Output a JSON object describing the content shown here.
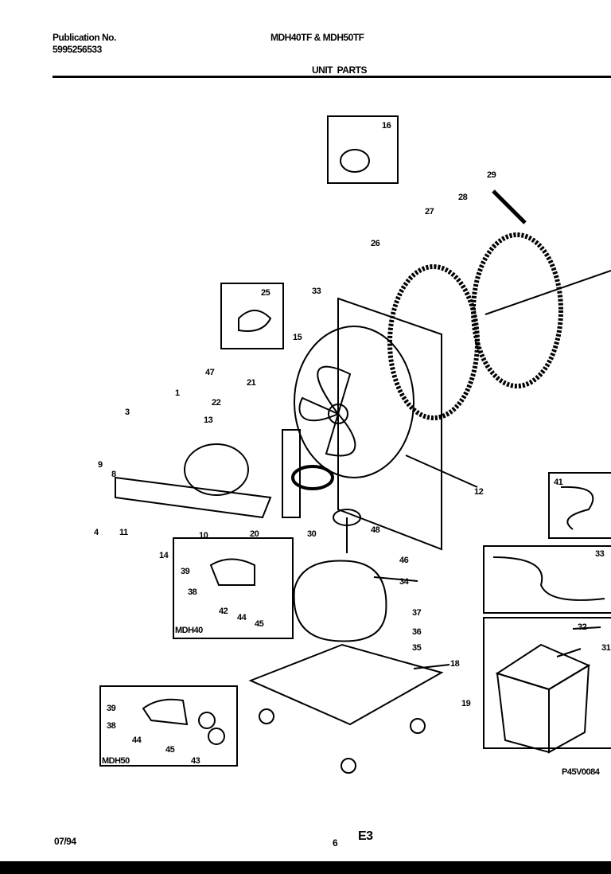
{
  "header": {
    "publication_label": "Publication No.",
    "publication_number": "5995256533",
    "models": "MDH40TF & MDH50TF",
    "section": "UNIT  PARTS"
  },
  "footer": {
    "date": "07/94",
    "page": "6",
    "code": "E3"
  },
  "figure_code": "P45V0084",
  "callouts": [
    "16",
    "29",
    "28",
    "27",
    "26",
    "25",
    "33",
    "15",
    "47",
    "21",
    "22",
    "1",
    "3",
    "13",
    "9",
    "8",
    "4",
    "11",
    "10",
    "14",
    "20",
    "30",
    "48",
    "12",
    "46",
    "34",
    "39",
    "38",
    "42",
    "44",
    "45",
    "MDH40",
    "37",
    "36",
    "35",
    "18",
    "19",
    "41",
    "33",
    "32",
    "31",
    "39",
    "38",
    "44",
    "45",
    "43",
    "MDH50"
  ]
}
